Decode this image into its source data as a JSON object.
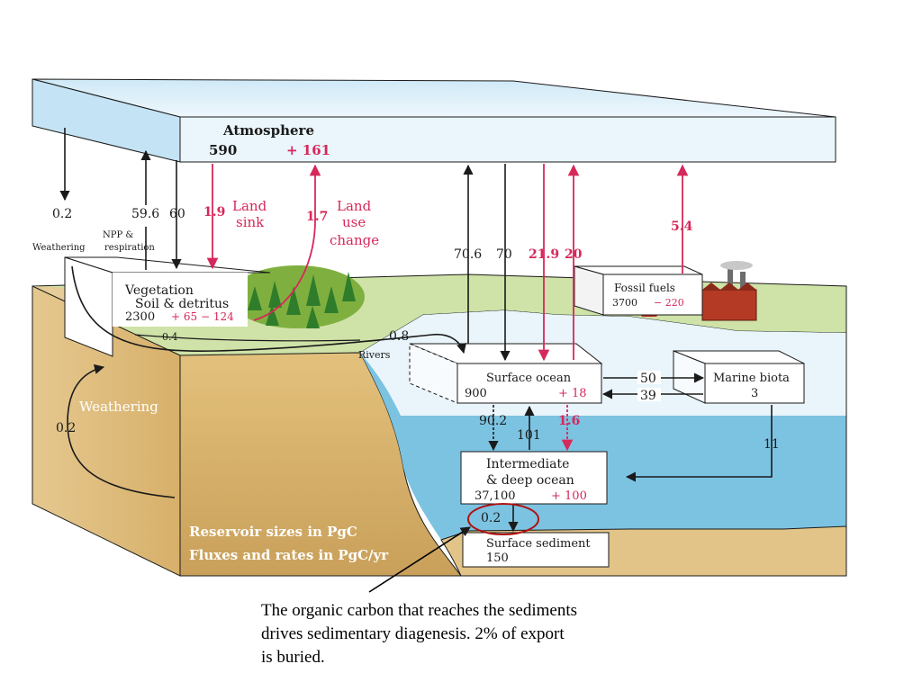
{
  "reservoirs": {
    "atmosphere": {
      "name": "Atmosphere",
      "size": "590",
      "change": "+ 161"
    },
    "vegetation": {
      "name_line1": "Vegetation",
      "name_line2": "Soil & detritus",
      "size": "2300",
      "change": "+ 65 − 124"
    },
    "fossil": {
      "name": "Fossil fuels",
      "size": "3700",
      "change": "− 220"
    },
    "surface_ocean": {
      "name": "Surface ocean",
      "size": "900",
      "change": "+ 18"
    },
    "marine_biota": {
      "name": "Marine biota",
      "size": "3"
    },
    "deep_ocean": {
      "name_line1": "Intermediate",
      "name_line2": "& deep ocean",
      "size": "37,100",
      "change": "+ 100"
    },
    "sediment": {
      "name": "Surface sediment",
      "size": "150"
    }
  },
  "fluxes": {
    "weathering_atm": "0.2",
    "npp": "59.6",
    "resp": "60",
    "npp_label_1": "NPP &",
    "npp_label_2": "respiration",
    "weathering_label": "Weathering",
    "land_sink": "1.9",
    "land_sink_label_1": "Land",
    "land_sink_label_2": "sink",
    "land_use": "1.7",
    "land_use_label_1": "Land",
    "land_use_label_2": "use",
    "land_use_label_3": "change",
    "ocean_up": "70.6",
    "ocean_down": "70",
    "ocean_anthro_down": "21.9",
    "ocean_anthro_up": "20",
    "fossil_emission": "5.4",
    "rivers": "0.8",
    "rivers_label": "Rivers",
    "runoff": "0.4",
    "surf_to_biota": "50",
    "biota_to_surf": "39",
    "surf_to_deep": "90.2",
    "deep_to_surf": "101",
    "anthro_deep": "1.6",
    "biota_to_deep": "11",
    "burial": "0.2",
    "rock_weathering": "0.2",
    "rock_weathering_label": "Weathering"
  },
  "legend": {
    "line1": "Reservoir sizes in PgC",
    "line2": "Fluxes and rates in PgC/yr"
  },
  "caption": {
    "line1": "The organic carbon that reaches the sediments",
    "line2": "drives sedimentary diagenesis. 2% of export",
    "line3": "is buried."
  },
  "colors": {
    "anthropogenic": "#d6285a",
    "natural": "#1a1a1a",
    "ocean": "#7cc3e2",
    "sediment": "#e2c489",
    "atmosphere": "#d4edf9"
  }
}
